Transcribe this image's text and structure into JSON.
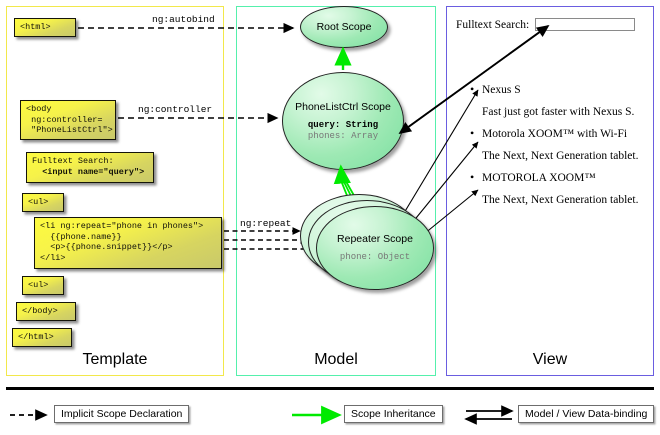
{
  "columns": [
    {
      "id": "template",
      "label": "Template",
      "border": "#f2e84b"
    },
    {
      "id": "model",
      "label": "Model",
      "border": "#55f0ac"
    },
    {
      "id": "view",
      "label": "View",
      "border": "#6a5de0"
    }
  ],
  "template": {
    "boxes": [
      {
        "name": "html-open",
        "text": "<html>"
      },
      {
        "name": "body-controller",
        "text": "<body\n ng:controller=\n \"PhoneListCtrl\">"
      },
      {
        "name": "fulltext-search",
        "line1": "Fulltext Search:",
        "line2": "  <input name=\"query\">"
      },
      {
        "name": "ul-open",
        "text": "<ul>"
      },
      {
        "name": "li-repeat",
        "text": "<li ng:repeat=\"phone in phones\">\n  {{phone.name}}\n  <p>{{phone.snippet}}</p>\n</li>"
      },
      {
        "name": "ul-close",
        "text": "<ul>"
      },
      {
        "name": "body-close",
        "text": "</body>"
      },
      {
        "name": "html-close",
        "text": "</html>"
      }
    ]
  },
  "model": {
    "scopes": [
      {
        "name": "root-scope",
        "title": "Root\nScope",
        "props": []
      },
      {
        "name": "phonelistctrl-scope",
        "title": "PhoneListCtrl\nScope",
        "prop1": "query: String",
        "prop2": "phones: Array"
      },
      {
        "name": "repeater-scope",
        "title": "Repeater\nScope",
        "prop1": "",
        "prop2": "phone: Object"
      }
    ]
  },
  "view": {
    "search_label": "Fulltext Search:",
    "search_value": "",
    "search_placeholder": "",
    "items": [
      {
        "name": "Nexus S",
        "snippet": "Fast just got faster with Nexus S."
      },
      {
        "name": "Motorola XOOM™  with Wi-Fi",
        "snippet": "The Next, Next Generation tablet."
      },
      {
        "name": "MOTOROLA XOOM™",
        "snippet": "The Next, Next Generation tablet."
      }
    ]
  },
  "edges": {
    "autobind": "ng:autobind",
    "controller": "ng:controller",
    "repeat": "ng:repeat"
  },
  "legend": [
    {
      "name": "implicit-scope-declaration",
      "label": "Implicit Scope Declaration",
      "style": "dashed",
      "color": "#000000"
    },
    {
      "name": "scope-inheritance",
      "label": "Scope Inheritance",
      "style": "solid-green",
      "color": "#00ea00"
    },
    {
      "name": "model-view-data-binding",
      "label": "Model / View Data-binding",
      "style": "double",
      "color": "#000000"
    }
  ]
}
